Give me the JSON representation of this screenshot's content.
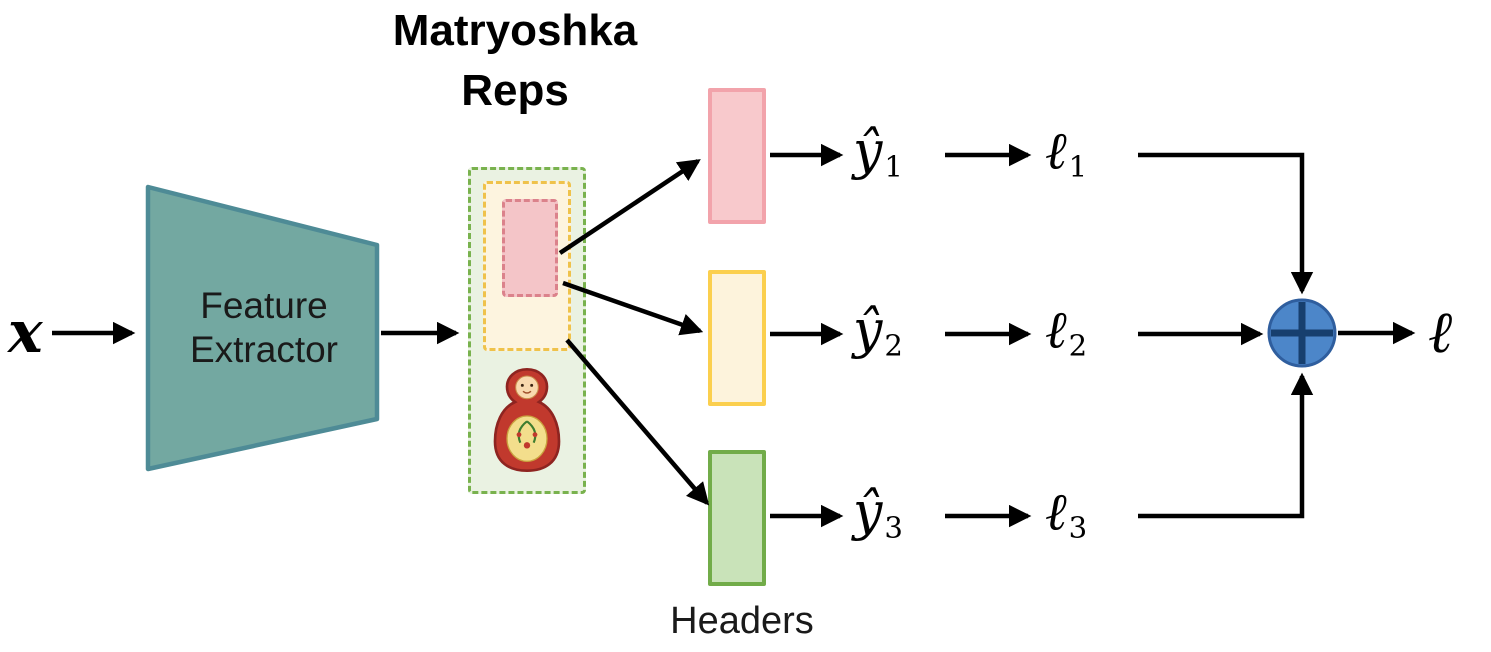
{
  "labels": {
    "input": "x",
    "extractor_line1": "Feature",
    "extractor_line2": "Extractor",
    "reps_title_line1": "Matryoshka",
    "reps_title_line2": "Reps",
    "headers": "Headers",
    "final_loss": "ℓ"
  },
  "outputs": [
    {
      "pred": "ŷ",
      "pred_sub": "1",
      "loss": "ℓ",
      "loss_sub": "1"
    },
    {
      "pred": "ŷ",
      "pred_sub": "2",
      "loss": "ℓ",
      "loss_sub": "2"
    },
    {
      "pred": "ŷ",
      "pred_sub": "3",
      "loss": "ℓ",
      "loss_sub": "3"
    }
  ],
  "icons": {
    "doll": "matryoshka-doll-icon",
    "sum": "circled-plus-icon"
  },
  "colors": {
    "extractor_fill": "#73A8A1",
    "extractor_border": "#4E8B96",
    "outer_rep_fill": "#EAF2E2",
    "outer_rep_border": "#79B24E",
    "mid_rep_fill": "#FDF4DF",
    "mid_rep_border": "#EFC24B",
    "inner_rep_fill": "#F4C5C8",
    "inner_rep_border": "#DB828B",
    "header1_fill": "#F8C9CC",
    "header1_border": "#F2A3AB",
    "header2_fill": "#FDF3DC",
    "header2_border": "#FBCF4E",
    "header3_fill": "#C9E3B9",
    "header3_border": "#72AC49",
    "sum_fill": "#4C86C9",
    "sum_border": "#2F5E9E",
    "sum_cross": "#173F6E",
    "arrow": "#000000"
  }
}
